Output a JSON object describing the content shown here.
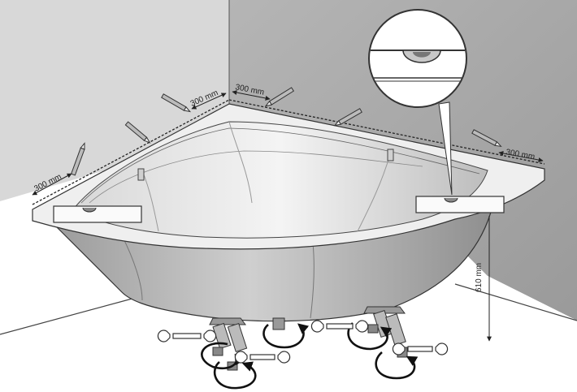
{
  "dimensions": {
    "left_edge_offset": "300 mm",
    "corner_left_offset": "300 mm",
    "corner_right_offset": "300 mm",
    "right_edge_offset": "300 mm",
    "rim_height": "610 mm"
  },
  "colors": {
    "wall_left": "#d6d6d6",
    "wall_right": "#a3a3a3",
    "floor": "#ffffff",
    "tub_outer": "#b4b4b4",
    "tub_inner": "#e2e2e2",
    "line": "#333333"
  },
  "icons": [
    "spirit-level-icon",
    "pencil-icon",
    "wrench-icon",
    "adjustable-foot-icon",
    "rotate-arrow-icon",
    "magnifier-callout-icon"
  ]
}
